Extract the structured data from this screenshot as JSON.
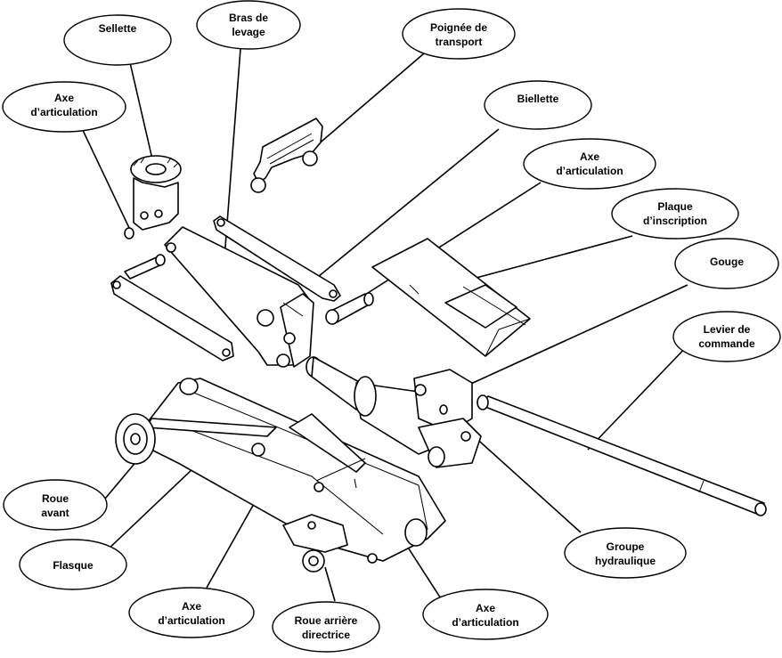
{
  "labels": {
    "sellette": [
      "Sellette"
    ],
    "bras_levage": [
      "Bras de",
      "levage"
    ],
    "poignee": [
      "Poignée de",
      "transport"
    ],
    "axe_tl": [
      "Axe",
      "d’articulation"
    ],
    "biellette": [
      "Biellette"
    ],
    "axe_tr": [
      "Axe",
      "d’articulation"
    ],
    "plaque": [
      "Plaque",
      "d’inscription"
    ],
    "gouge": [
      "Gouge"
    ],
    "levier": [
      "Levier de",
      "commande"
    ],
    "roue_avant": [
      "Roue",
      "avant"
    ],
    "flasque": [
      "Flasque"
    ],
    "groupe": [
      "Groupe",
      "hydraulique"
    ],
    "axe_bl": [
      "Axe",
      "d’articulation"
    ],
    "roue_arriere": [
      "Roue arrière",
      "directrice"
    ],
    "axe_br": [
      "Axe",
      "d’articulation"
    ]
  }
}
